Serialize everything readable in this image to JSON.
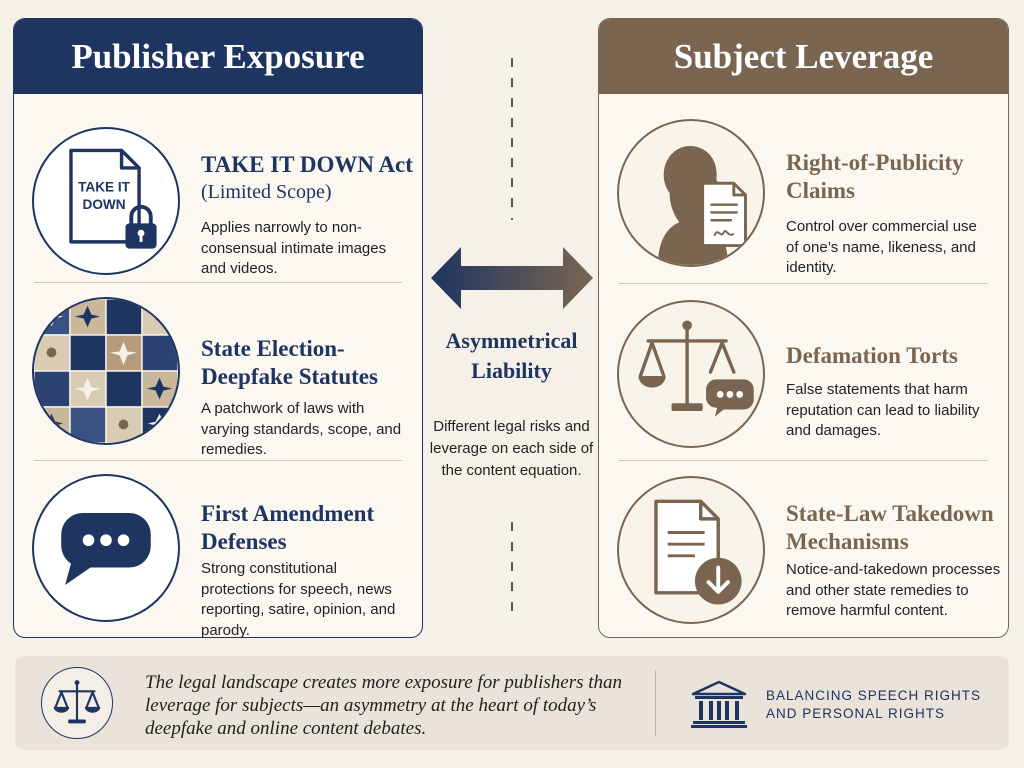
{
  "left_panel": {
    "header": "Publisher Exposure",
    "items": [
      {
        "title": "TAKE IT DOWN Act",
        "subtitle": "(Limited Scope)",
        "description": "Applies narrowly to non-consensual intimate images and videos.",
        "icon": "document-lock-icon",
        "icon_text": "TAKE IT DOWN"
      },
      {
        "title": "State Election-Deepfake Statutes",
        "description": "A patchwork of laws with varying standards, scope, and remedies.",
        "icon": "patchwork-quilt-icon"
      },
      {
        "title": "First Amendment Defenses",
        "description": "Strong constitutional protections for speech, news reporting, satire, opinion, and parody.",
        "icon": "speech-bubble-icon"
      }
    ]
  },
  "center": {
    "title": "Asymmetrical Liability",
    "description": "Different legal risks and leverage on each side of the content equation.",
    "arrow_icon": "double-arrow-icon"
  },
  "right_panel": {
    "header": "Subject Leverage",
    "items": [
      {
        "title": "Right-of-Publicity Claims",
        "description": "Control over commercial use of one’s name, likeness, and identity.",
        "icon": "person-silhouette-document-icon"
      },
      {
        "title": "Defamation Torts",
        "description": "False statements that harm reputation can lead to liability and damages.",
        "icon": "scales-speech-icon"
      },
      {
        "title": "State-Law Takedown Mechanisms",
        "description": "Notice-and-takedown processes and other state remedies to remove harmful content.",
        "icon": "document-download-icon"
      }
    ]
  },
  "footer": {
    "quote": "The legal landscape creates more exposure for publishers than leverage for subjects—an asymmetry at the heart of today’s deepfake and online content debates.",
    "tagline_line1": "BALANCING SPEECH RIGHTS",
    "tagline_line2": "AND PERSONAL RIGHTS",
    "left_icon": "scales-of-justice-icon",
    "right_icon": "courthouse-icon"
  },
  "colors": {
    "navy": "#1e3461",
    "brown": "#7a6650",
    "background": "#f6f1e8",
    "footer_background": "#e9e3d9"
  }
}
